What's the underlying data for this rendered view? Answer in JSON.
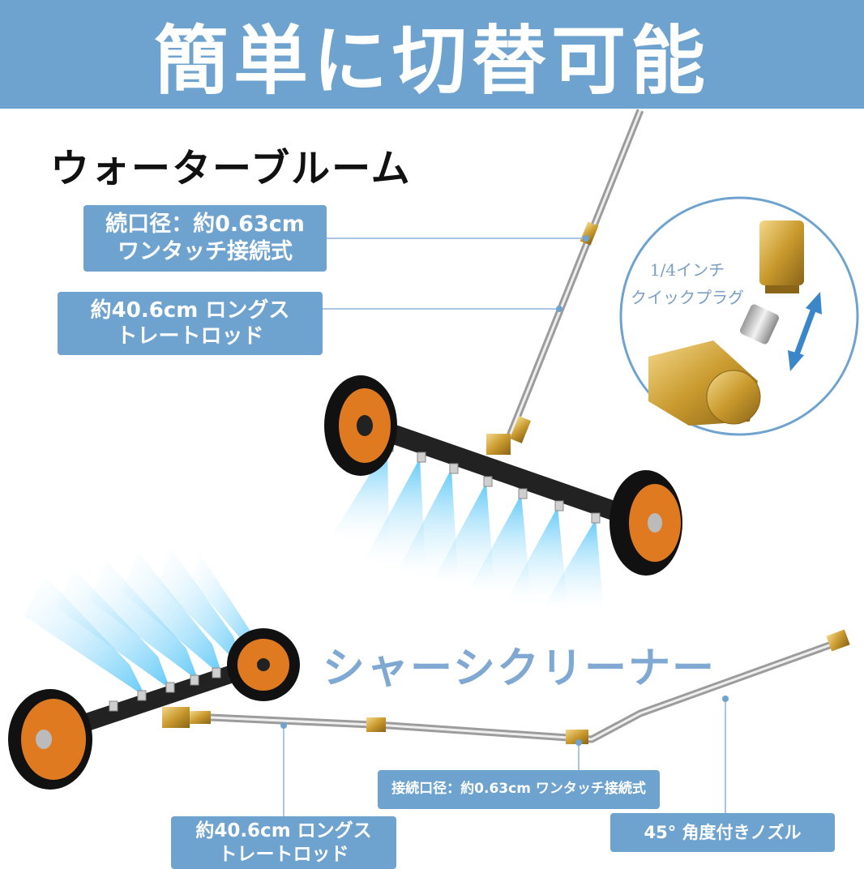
{
  "banner": {
    "title": "簡単に切替可能"
  },
  "water_broom": {
    "title": "ウォーターブルーム",
    "label_connector": [
      "続口径：約0.63cm",
      "ワンタッチ接続式"
    ],
    "label_rod": [
      "約40.6cm ロングス",
      "トレートロッド"
    ],
    "plug_callout": [
      "1/4インチ",
      "クイックプラグ"
    ]
  },
  "chassis_cleaner": {
    "title": "シャーシクリーナー",
    "label_connector": "接続口径：約0.63cm ワンタッチ接続式",
    "label_rod": [
      "約40.6cm ロングス",
      "トレートロッド"
    ],
    "label_nozzle": "45° 角度付きノズル"
  },
  "colors": {
    "banner": "#6fa3cf",
    "label_bg": "#6fa3cf",
    "accent_text": "#7fa9d2"
  }
}
